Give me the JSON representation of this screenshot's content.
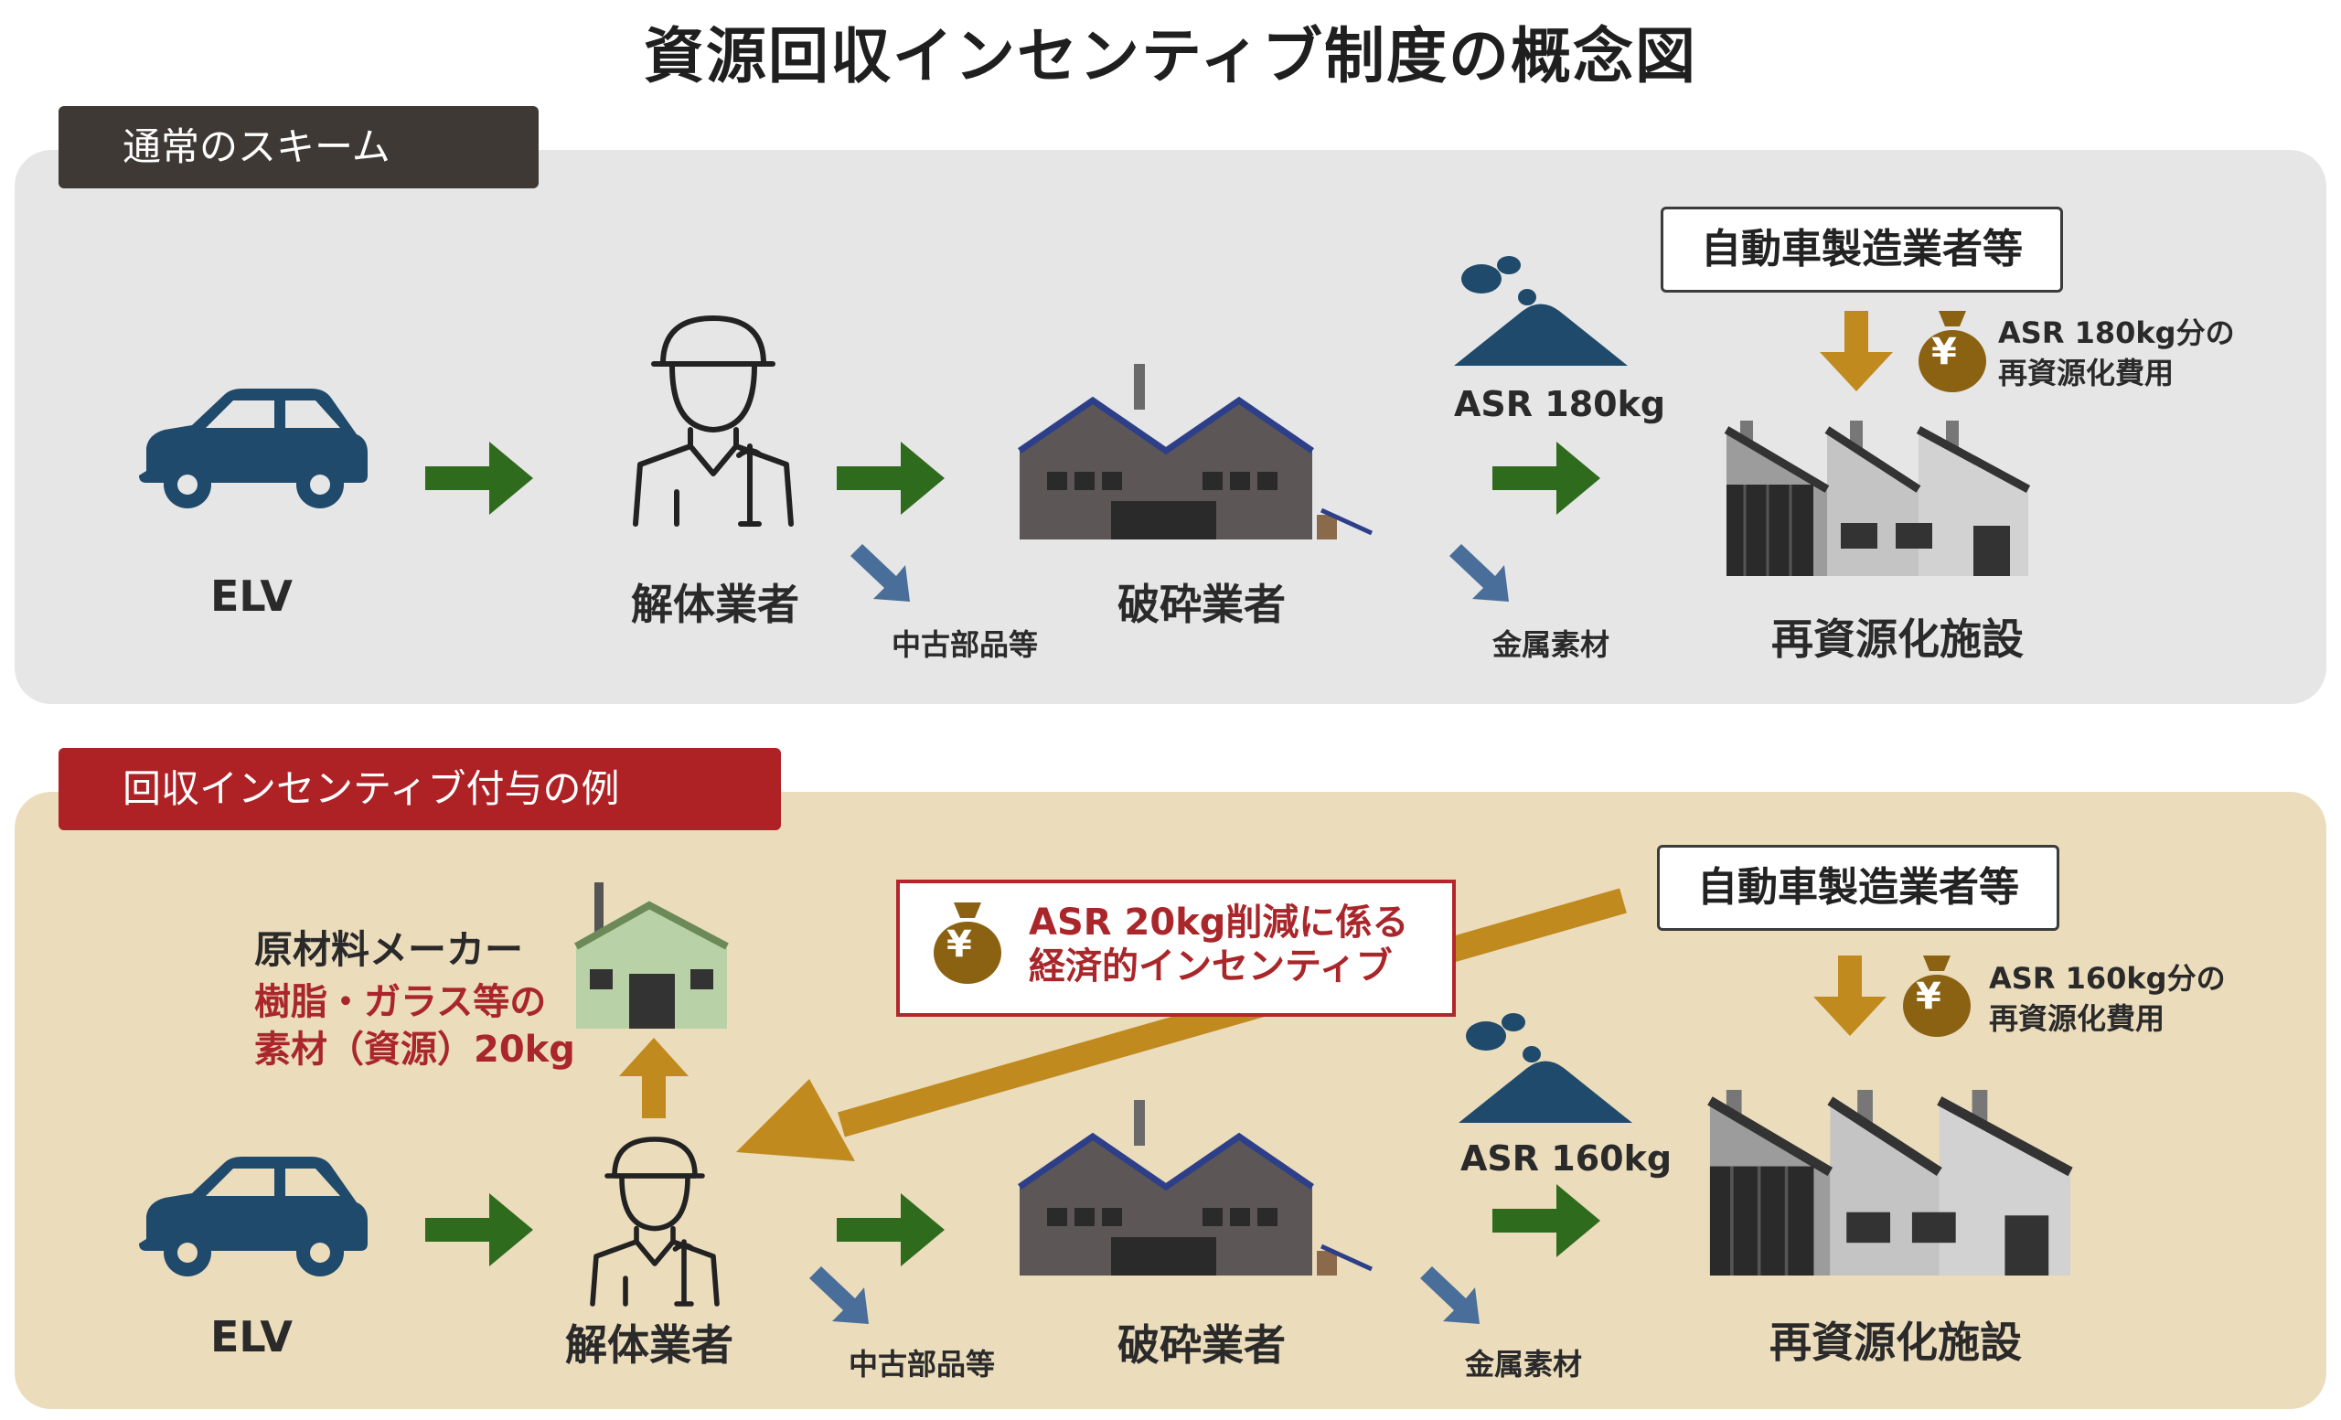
{
  "title": "資源回収インセンティブ制度の概念図",
  "colors": {
    "car": "#1f4a6b",
    "green_arrow": "#2f6b1d",
    "blue_arrow": "#4a6e9a",
    "gold": "#c08a1e",
    "red": "#ae2125"
  },
  "normal": {
    "tab": "通常のスキーム",
    "elv": "ELV",
    "dismantler": "解体業者",
    "used_parts": "中古部品等",
    "shredder": "破砕業者",
    "asr": "ASR 180kg",
    "metal": "金属素材",
    "manufacturer": "自動車製造業者等",
    "cost_line1": "ASR 180kg分の",
    "cost_line2": "再資源化費用",
    "facility": "再資源化施設",
    "yen": "¥"
  },
  "incentive": {
    "tab": "回収インセンティブ付与の例",
    "maker": "原材料メーカー",
    "material_line1": "樹脂・ガラス等の",
    "material_line2": "素材（資源）20kg",
    "incentive_line1": "ASR 20kg削減に係る",
    "incentive_line2": "経済的インセンティブ",
    "elv": "ELV",
    "dismantler": "解体業者",
    "used_parts": "中古部品等",
    "shredder": "破砕業者",
    "asr": "ASR 160kg",
    "metal": "金属素材",
    "manufacturer": "自動車製造業者等",
    "cost_line1": "ASR 160kg分の",
    "cost_line2": "再資源化費用",
    "facility": "再資源化施設",
    "yen": "¥"
  }
}
